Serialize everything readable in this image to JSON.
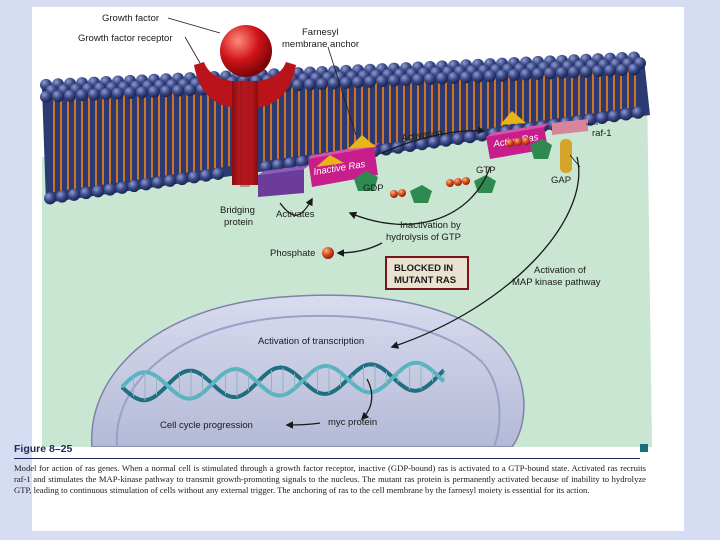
{
  "labels": {
    "growth_factor": "Growth factor",
    "growth_factor_receptor": "Growth factor receptor",
    "farnesyl_line1": "Farnesyl",
    "farnesyl_line2": "membrane anchor",
    "raf1": "raf-1",
    "active_ras": "Active Ras",
    "inactive_ras": "Inactive Ras",
    "activation": "Activation",
    "gtp": "GTP",
    "gdp": "GDP",
    "gap": "GAP",
    "bridging_line1": "Bridging",
    "bridging_line2": "protein",
    "activates": "Activates",
    "inactivation_line1": "Inactivation by",
    "inactivation_line2": "hydrolysis of GTP",
    "phosphate": "Phosphate",
    "blocked_line1": "BLOCKED IN",
    "blocked_line2": "MUTANT RAS",
    "map_line1": "Activation of",
    "map_line2": "MAP kinase pathway",
    "transcription": "Activation of transcription",
    "cell_cycle": "Cell cycle progression",
    "myc": "myc protein"
  },
  "figure": {
    "number": "Figure 8–25",
    "caption": "Model for action of ras genes. When a normal cell is stimulated through a growth factor receptor, inactive (GDP-bound) ras is activated to a GTP-bound state. Activated ras recruits raf-1 and stimulates the MAP-kinase pathway to transmit growth-promoting signals to the nucleus. The mutant ras protein is permanently activated because of inability to hydrolyze GTP, leading to continuous stimulation of cells without any external trigger. The anchoring of ras to the cell membrane by the farnesyl moiety is essential for its action."
  },
  "colors": {
    "page_bg": "#d6dcf2",
    "cytoplasm": "#c9e6d2",
    "lipid_head": "#3b4a86",
    "lipid_tail": "#e0781e",
    "receptor": "#c0161a",
    "ras": "#c81e8c",
    "nucleus": "#c3c7df",
    "dna_strand_1": "#1f6f80",
    "dna_strand_2": "#5ab3c0"
  }
}
